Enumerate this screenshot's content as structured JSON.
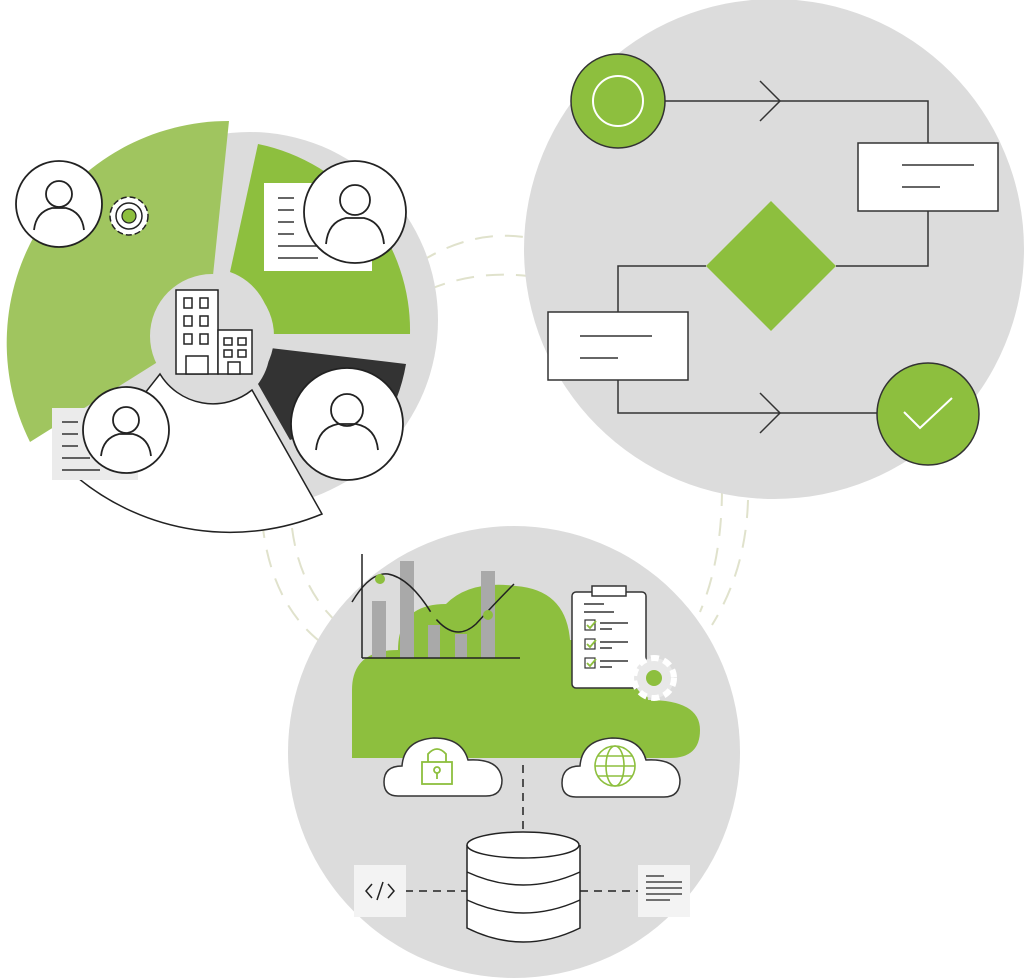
{
  "palette": {
    "green": "#8dbf3e",
    "green_light": "#a0c55f",
    "gray_bg": "#dcdcdc",
    "gray_card": "#ebebeb",
    "dark": "#3a3a3a",
    "line": "#333333",
    "dashed": "#e0e2cc"
  },
  "clusters": {
    "organization": {
      "center": "building-icon",
      "segments": [
        "admin-user-with-gear",
        "user-with-document",
        "user-dark",
        "user-with-document"
      ]
    },
    "workflow": {
      "start": "start-circle",
      "steps": [
        "process-box",
        "decision-diamond",
        "process-box"
      ],
      "end": "check-circle"
    },
    "cloud": {
      "chart": "bar-line-chart-icon",
      "checklist": "clipboard-checklist-icon",
      "services": [
        "lock-icon",
        "globe-icon"
      ],
      "storage": "database-icon",
      "attachments": [
        "code-icon",
        "document-icon"
      ]
    }
  }
}
